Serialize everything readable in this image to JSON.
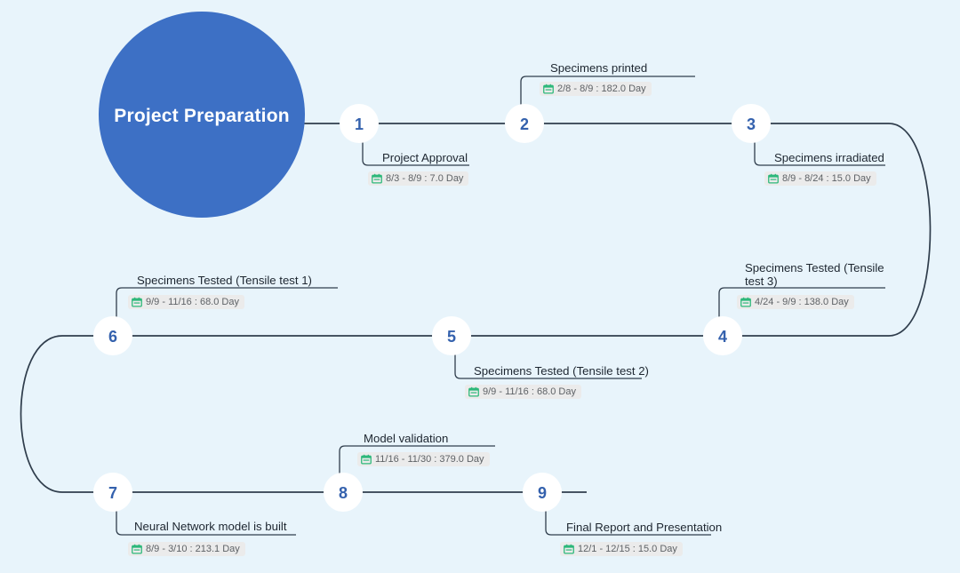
{
  "diagram": {
    "type": "serpentine-timeline",
    "background_color": "#e8f4fb",
    "accent_color": "#3d70c5",
    "line_color": "#2f3d4c",
    "badge_icon": "calendar-icon",
    "badge_icon_color": "#2db87a"
  },
  "root": {
    "label": "Project Preparation"
  },
  "steps": [
    {
      "number": "1",
      "title": "Project Approval",
      "date": "8/3 - 8/9 : 7.0 Day",
      "start": "8/3",
      "end": "8/9",
      "duration_days": 7.0,
      "side": "below"
    },
    {
      "number": "2",
      "title": "Specimens printed",
      "date": "2/8 - 8/9 : 182.0 Day",
      "start": "2/8",
      "end": "8/9",
      "duration_days": 182.0,
      "side": "above"
    },
    {
      "number": "3",
      "title": "Specimens irradiated",
      "date": "8/9 - 8/24 : 15.0 Day",
      "start": "8/9",
      "end": "8/24",
      "duration_days": 15.0,
      "side": "below"
    },
    {
      "number": "4",
      "title": "Specimens Tested (Tensile\ntest 3)",
      "date": "4/24 - 9/9 : 138.0 Day",
      "start": "4/24",
      "end": "9/9",
      "duration_days": 138.0,
      "side": "above"
    },
    {
      "number": "5",
      "title": "Specimens Tested (Tensile test 2)",
      "date": "9/9 - 11/16 : 68.0 Day",
      "start": "9/9",
      "end": "11/16",
      "duration_days": 68.0,
      "side": "below"
    },
    {
      "number": "6",
      "title": "Specimens Tested (Tensile test 1)",
      "date": "9/9 - 11/16 : 68.0 Day",
      "start": "9/9",
      "end": "11/16",
      "duration_days": 68.0,
      "side": "above"
    },
    {
      "number": "7",
      "title": "Neural Network model is built",
      "date": "8/9 - 3/10 : 213.1 Day",
      "start": "8/9",
      "end": "3/10",
      "duration_days": 213.1,
      "side": "below"
    },
    {
      "number": "8",
      "title": "Model validation",
      "date": "11/16 - 11/30 : 379.0 Day",
      "start": "11/16",
      "end": "11/30",
      "duration_days": 379.0,
      "side": "above"
    },
    {
      "number": "9",
      "title": "Final Report and Presentation",
      "date": "12/1 - 12/15 : 15.0 Day",
      "start": "12/1",
      "end": "12/15",
      "duration_days": 15.0,
      "side": "below"
    }
  ]
}
